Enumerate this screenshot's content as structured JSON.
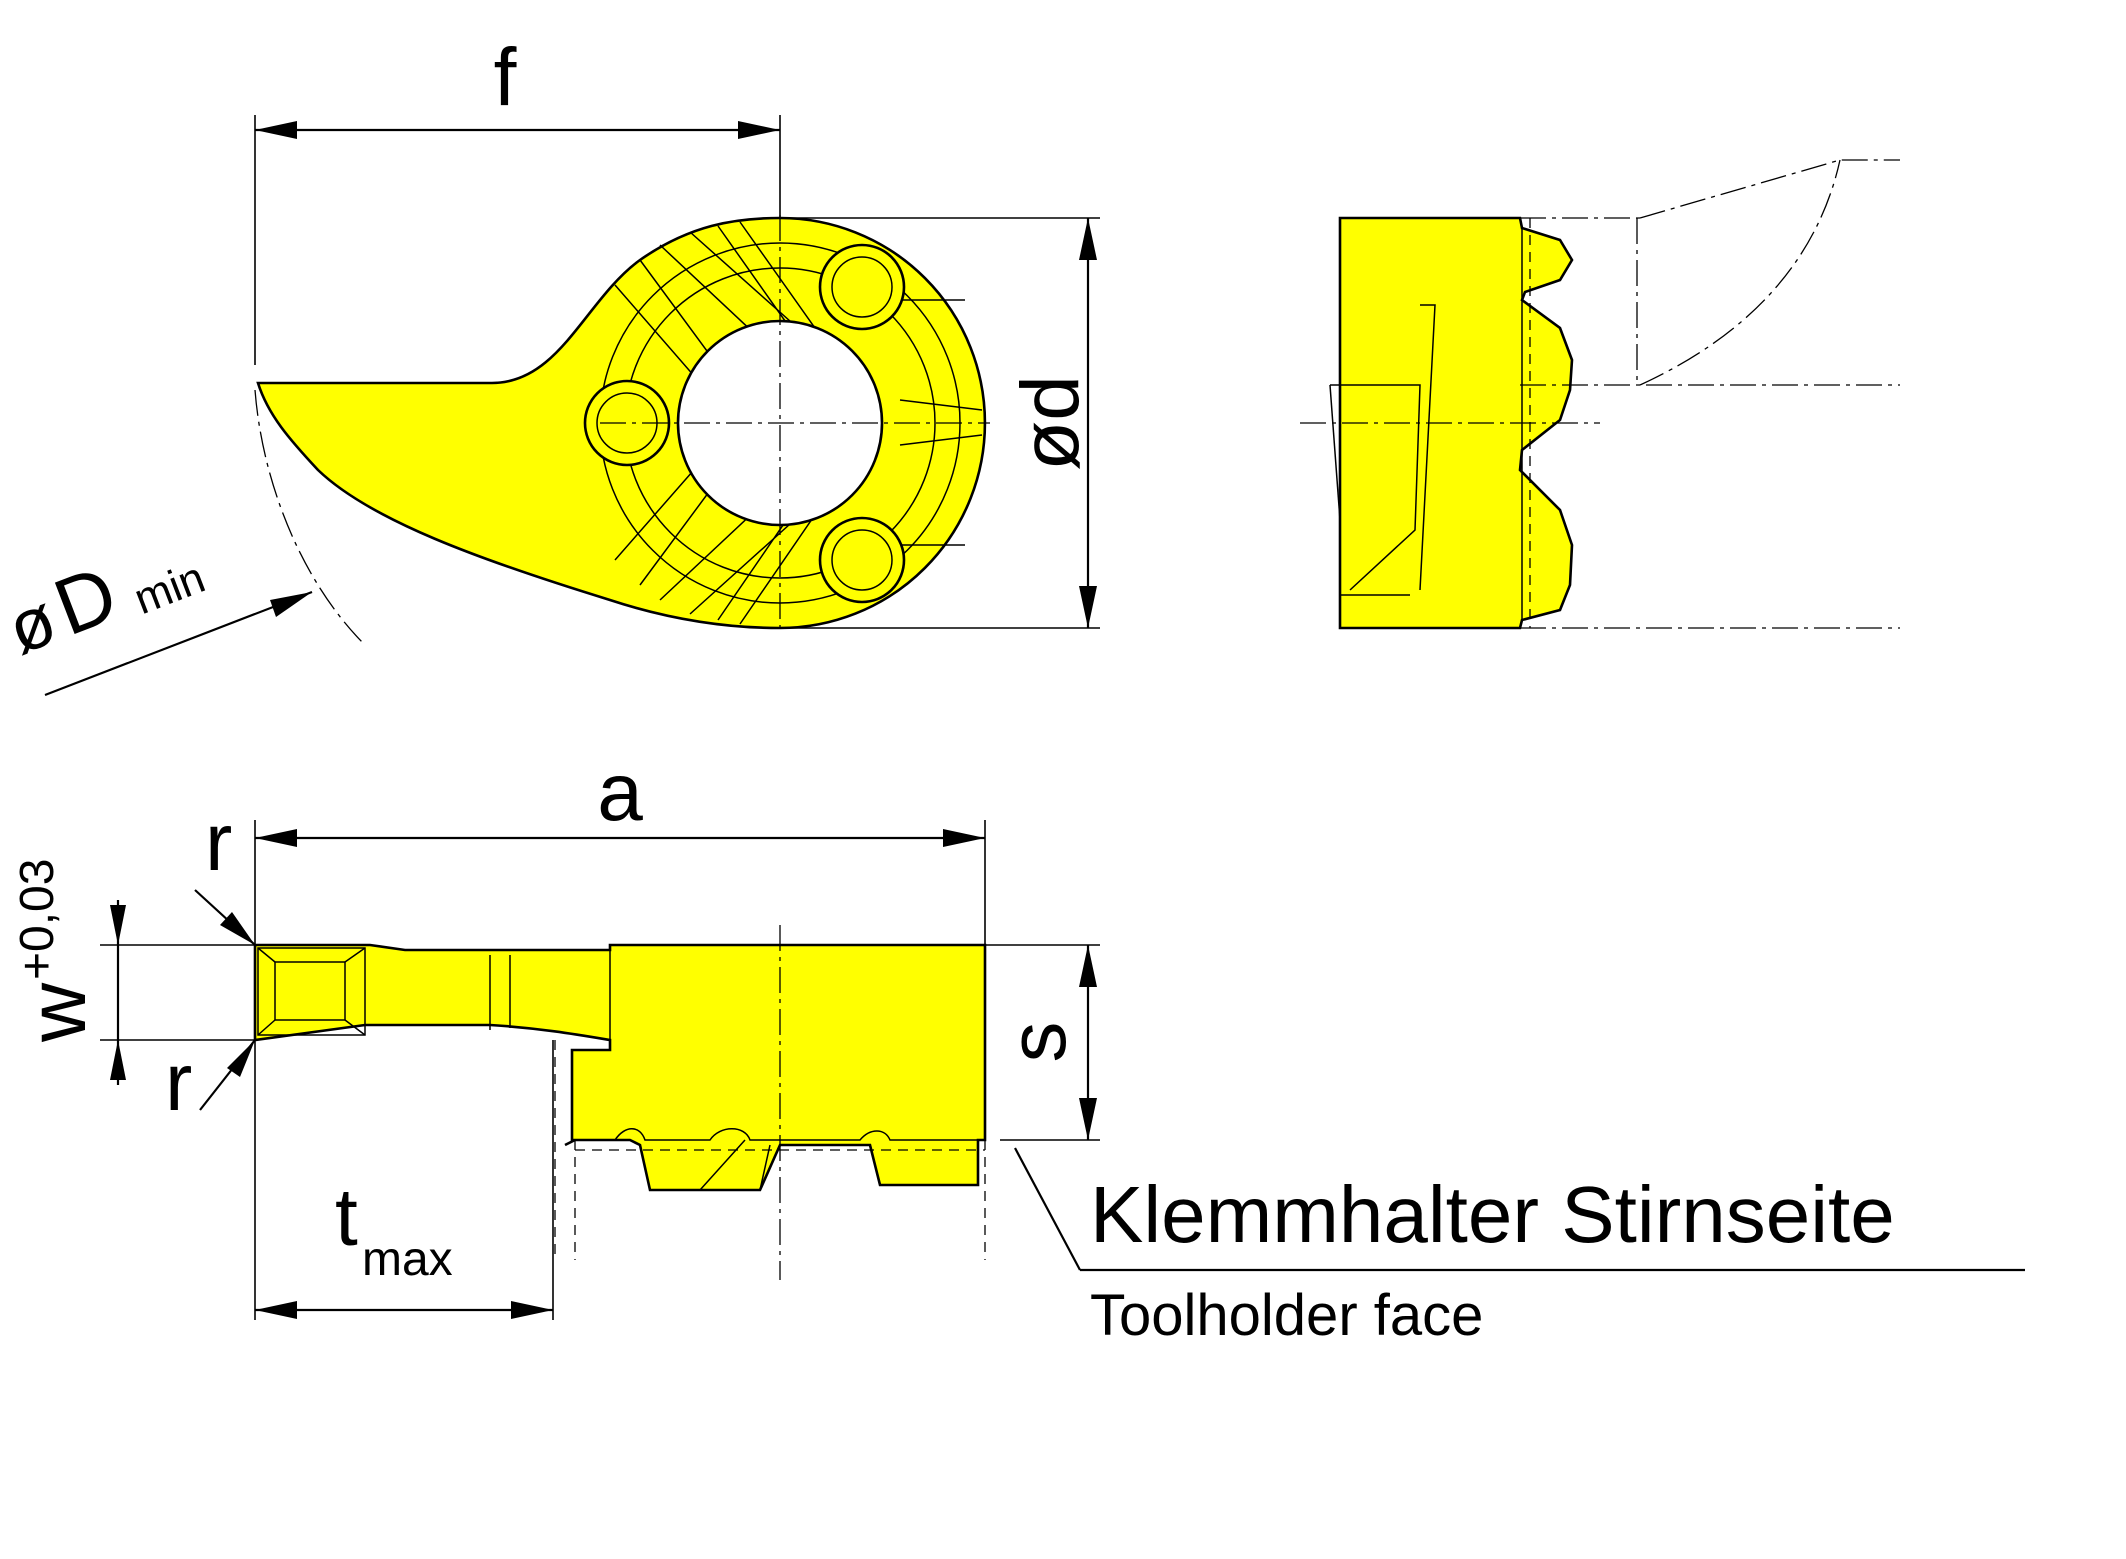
{
  "colors": {
    "insert_fill": "#ffff00",
    "line": "#000000",
    "background": "#ffffff"
  },
  "labels": {
    "f": "f",
    "od": "ød",
    "oD": "ø",
    "D": "D",
    "min": "min",
    "a": "a",
    "r_top": "r",
    "r_bottom": "r",
    "w": "w",
    "w_tol": "+0,03",
    "s": "s",
    "t": "t",
    "max": "max",
    "caption_de": "Klemmhalter Stirnseite",
    "caption_en": "Toolholder face"
  }
}
